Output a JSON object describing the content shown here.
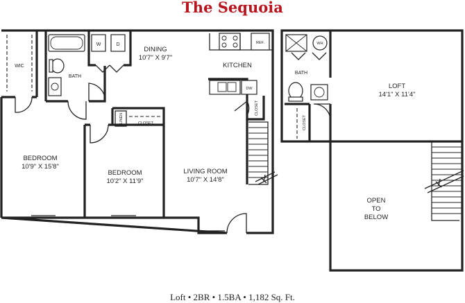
{
  "title": "The Sequoia",
  "caption": "Loft • 2BR • 1.5BA • 1,182 Sq. Ft.",
  "rooms": {
    "wic": "WIC",
    "bath_main": "BATH",
    "washer": "W",
    "dryer": "D",
    "dining_name": "DINING",
    "dining_dims": "10'7\" X 9'7\"",
    "kitchen": "KITCHEN",
    "ref": "REF.",
    "dw": "DW",
    "closet_kitchen": "CLOSET",
    "linen": "LINEN",
    "closet_bed2": "CLOSET",
    "bedroom1_name": "BEDROOM",
    "bedroom1_dims": "10'9\" X 15'8\"",
    "bedroom2_name": "BEDROOM",
    "bedroom2_dims": "10'2\" X 11'9\"",
    "living_name": "LIVING ROOM",
    "living_dims": "10'7\" X 14'8\"",
    "wh": "WH",
    "bath_loft": "BATH",
    "closet_loft": "CLOSET",
    "loft_name": "LOFT",
    "loft_dims": "14'1\" X 11'4\"",
    "open_1": "OPEN",
    "open_2": "TO",
    "open_3": "BELOW"
  }
}
